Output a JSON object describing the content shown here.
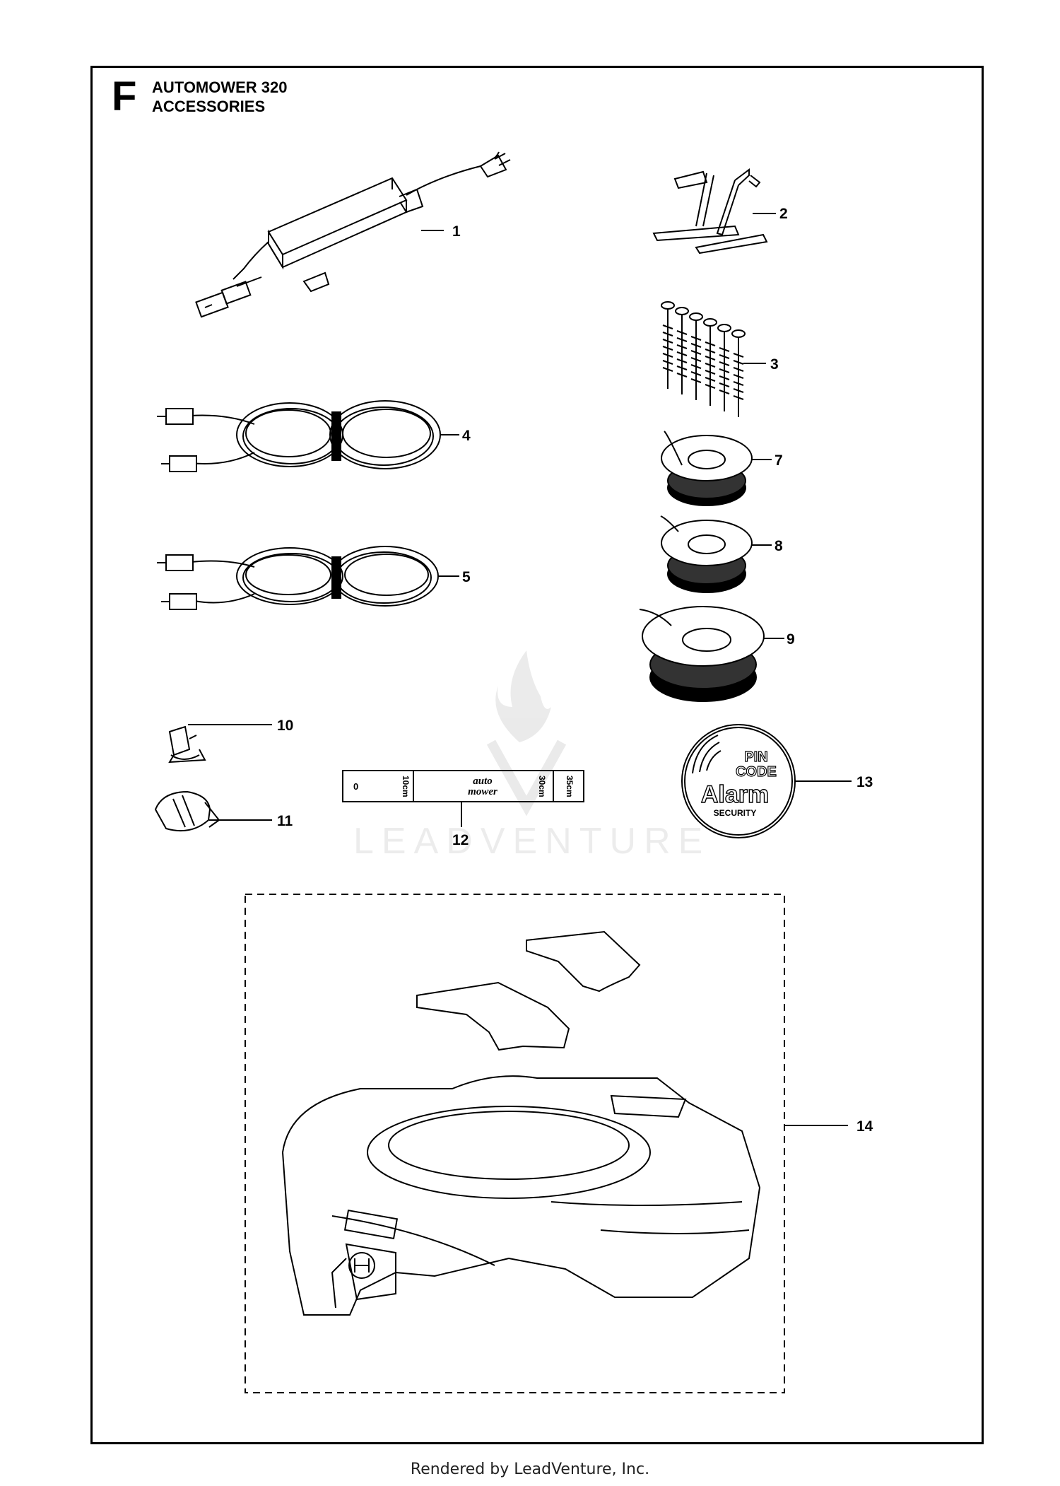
{
  "header": {
    "section_letter": "F",
    "title_line1": "AUTOMOWER 320",
    "title_line2": "ACCESSORIES"
  },
  "callouts": [
    "1",
    "2",
    "3",
    "4",
    "5",
    "7",
    "8",
    "9",
    "10",
    "11",
    "12",
    "13",
    "14"
  ],
  "parts": [
    {
      "callout": "1",
      "item": "power-supply"
    },
    {
      "callout": "2",
      "item": "boundary-pegs"
    },
    {
      "callout": "3",
      "item": "screw-pegs"
    },
    {
      "callout": "4",
      "item": "low-voltage-cable-long"
    },
    {
      "callout": "5",
      "item": "low-voltage-cable-short"
    },
    {
      "callout": "7",
      "item": "boundary-wire-reel-small"
    },
    {
      "callout": "8",
      "item": "boundary-wire-reel-medium"
    },
    {
      "callout": "9",
      "item": "boundary-wire-reel-large"
    },
    {
      "callout": "10",
      "item": "wire-connector"
    },
    {
      "callout": "11",
      "item": "coupler"
    },
    {
      "callout": "12",
      "item": "measuring-ruler"
    },
    {
      "callout": "13",
      "item": "alarm-sticker"
    },
    {
      "callout": "14",
      "item": "body-cover-kit"
    }
  ],
  "ruler": {
    "mark_0": "0",
    "mark_10": "10cm",
    "brand_line1": "auto",
    "brand_line2": "mower",
    "mark_30": "30cm",
    "mark_35": "35cm"
  },
  "sticker": {
    "line1": "PIN",
    "line2": "CODE",
    "line3": "Alarm",
    "line4": "SECURITY"
  },
  "watermark": "LEADVENTURE",
  "footer": "Rendered by LeadVenture, Inc.",
  "colors": {
    "line": "#000000",
    "background": "#ffffff",
    "watermark": "#e6e6e6"
  }
}
